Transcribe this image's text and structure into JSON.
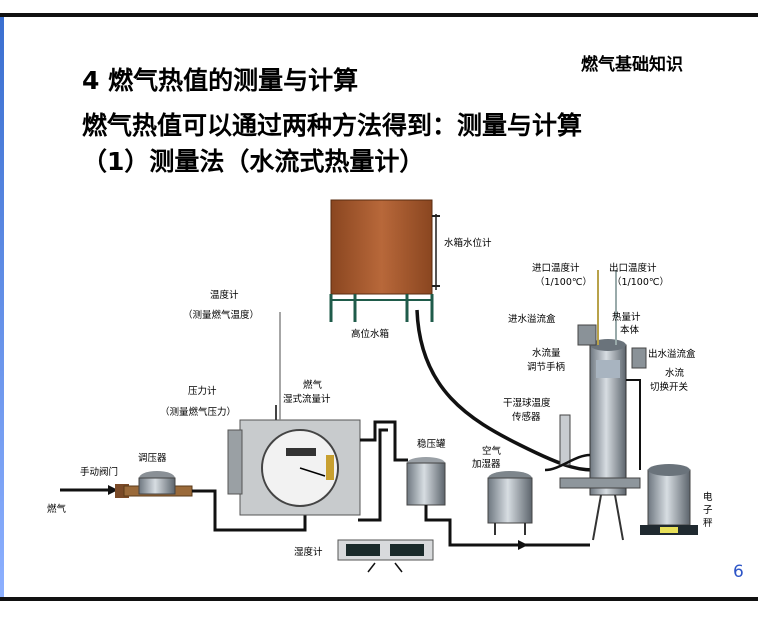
{
  "header": {
    "brand": "燃气基础知识",
    "title": "4 燃气热值的测量与计算",
    "subtitle": "燃气热值可以通过两种方法得到：测量与计算",
    "method": "（1）测量法（水流式热量计）"
  },
  "diagram": {
    "labels": {
      "tank_level": "水箱水位计",
      "tank": "高位水箱",
      "thermo": "温度计",
      "thermo_note": "（测量燃气温度）",
      "pressure": "压力计",
      "pressure_note": "（测量燃气压力）",
      "flowmeter": "燃气湿式流量计",
      "flowmeter_line1": "燃气",
      "flowmeter_line2": "湿式流量计",
      "valve": "手动阀门",
      "regulator": "调压器",
      "gas": "燃气",
      "stabilizer": "稳压罐",
      "humid_1": "空气",
      "humid_2": "加湿器",
      "hygro": "湿度计",
      "inlet_temp": "进口温度计",
      "inlet_temp_2": "（1/100℃）",
      "outlet_temp": "出口温度计",
      "outlet_temp_2": "（1/100℃）",
      "inlet_overflow": "进水溢流盒",
      "calorimeter_1": "热量计",
      "calorimeter_2": "本体",
      "flow_adj_1": "水流量",
      "flow_adj_2": "调节手柄",
      "outlet_overflow": "出水溢流盒",
      "switch_1": "水流",
      "switch_2": "切换开关",
      "drywet_1": "干湿球温度",
      "drywet_2": "传感器",
      "scale": "电子秤",
      "scale_1": "电",
      "scale_2": "子",
      "scale_3": "秤"
    }
  },
  "page_number": "6",
  "colors": {
    "tank": "#a55a2c",
    "frame": "#1f5b4a",
    "pipe": "#111111",
    "page_number": "#2d55c7",
    "accent_bar": "#3a6fd0"
  }
}
